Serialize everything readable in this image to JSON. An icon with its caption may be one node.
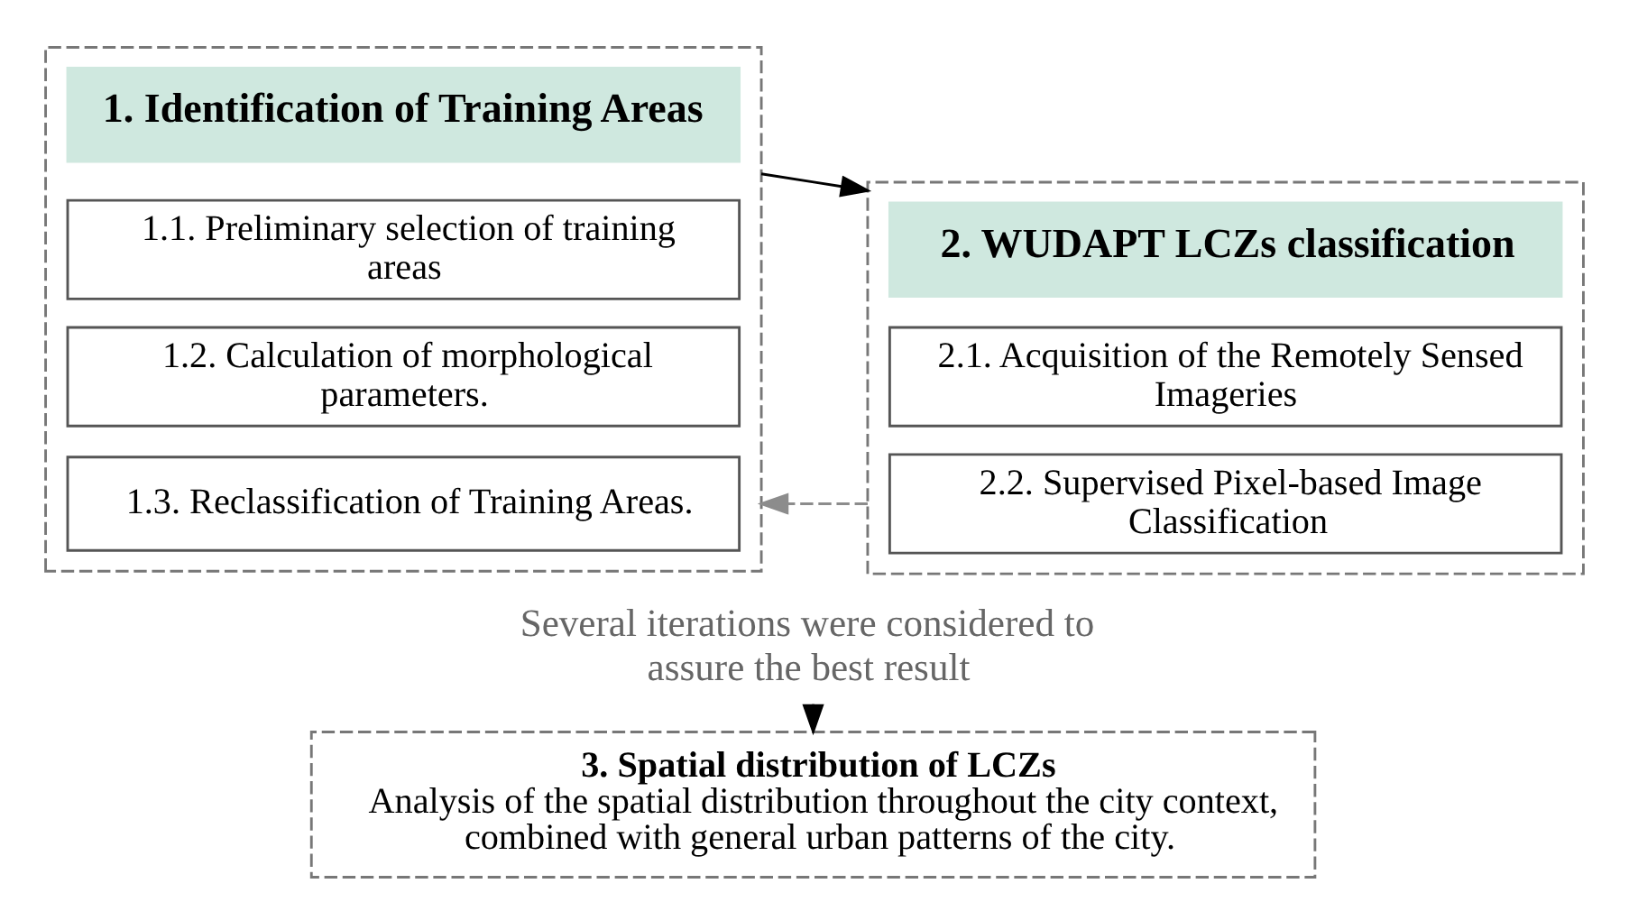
{
  "diagram": {
    "nodes": [
      {
        "text": [],
        "shape": "box"
      },
      {
        "text": [
          "1. Identification of Training Areas"
        ],
        "in": 0
      },
      {
        "text": [
          "1.1. Preliminary selection of training areas"
        ],
        "in": 0
      },
      {
        "text": [
          "1.2. Calculation of morphological parameters."
        ],
        "in": 0
      },
      {
        "text": [
          "1.3. Reclassification of Training Areas."
        ],
        "in": 0
      },
      {
        "text": [],
        "shape": "box"
      },
      {
        "text": [
          "2. WUDAPT LCZs classification"
        ],
        "in": 5
      },
      {
        "text": [
          "2.1. Acquisition of the Remotely Sensed Imageries"
        ],
        "in": 5
      },
      {
        "text": [
          "2.2. Supervised Pixel-based Image Classification"
        ],
        "in": 5
      },
      {
        "text": [
          "Several iterations were considered to assure the best result"
        ]
      },
      {
        "text": [
          "3. Spatial distribution of LCZs",
          "Analysis of the spatial distribution throughout the city context, combined with general urban patterns of the city."
        ]
      }
    ],
    "edges": [
      {
        "from": 0,
        "to": 5,
        "arrow": "to"
      },
      {
        "from": 5,
        "to": 0,
        "arrow": "to",
        "style": "dashed",
        "color": "#8c8c8c"
      },
      {
        "from": 9,
        "to": 10,
        "arrow": "to"
      }
    ]
  }
}
